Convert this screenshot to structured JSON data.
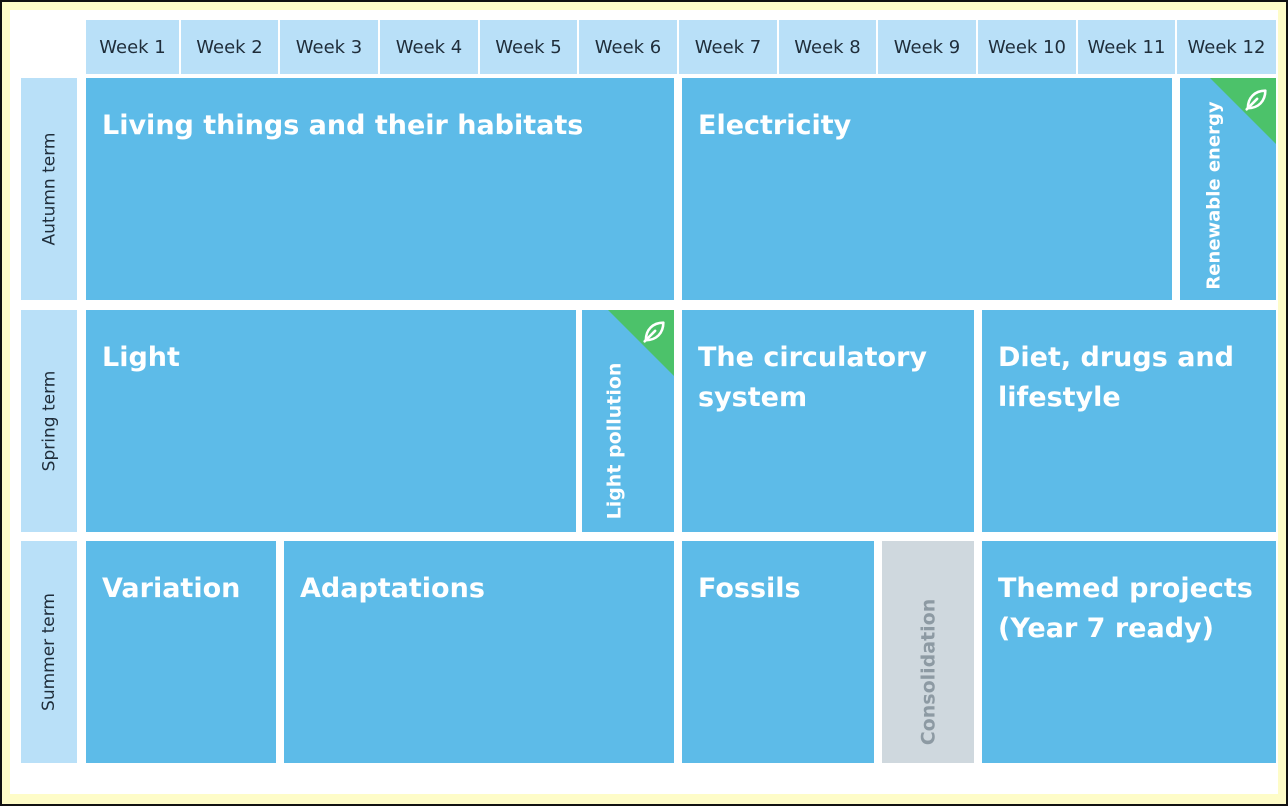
{
  "weeks": [
    "Week 1",
    "Week 2",
    "Week 3",
    "Week 4",
    "Week 5",
    "Week 6",
    "Week 7",
    "Week 8",
    "Week 9",
    "Week 10",
    "Week 11",
    "Week 12"
  ],
  "terms": {
    "autumn": "Autumn term",
    "spring": "Spring term",
    "summer": "Summer term"
  },
  "autumn": {
    "living_things": "Living things and their habitats",
    "electricity": "Electricity",
    "renewable_energy": "Renewable energy"
  },
  "spring": {
    "light": "Light",
    "light_pollution": "Light pollution",
    "circulatory": "The circulatory system",
    "diet": "Diet, drugs and lifestyle"
  },
  "summer": {
    "variation": "Variation",
    "adaptations": "Adaptations",
    "fossils": "Fossils",
    "consolidation": "Consolidation",
    "themed": "Themed projects (Year 7 ready)"
  },
  "colors": {
    "header": "#b9e0f8",
    "block": "#5dbbe8",
    "sustainability": "#4cc26a",
    "consolidation": "#cfd8de",
    "frame": "#fefcc8"
  },
  "icons": {
    "sustainability": "leaf-icon"
  }
}
